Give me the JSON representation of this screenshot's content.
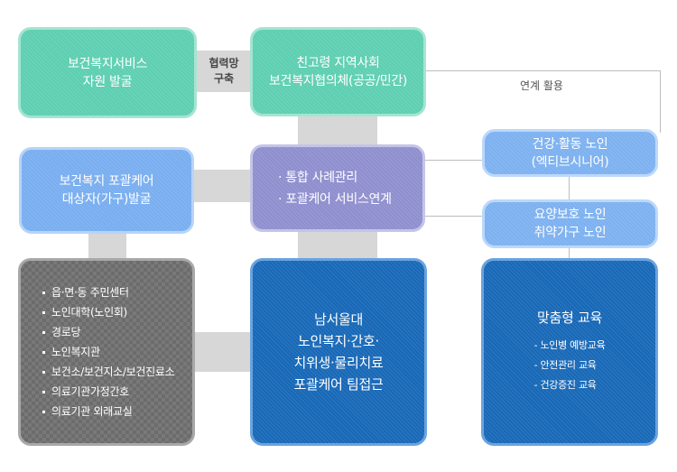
{
  "colors": {
    "green": "#5ecfb1",
    "light_blue": "#79aef0",
    "purple": "#8f8fcf",
    "dark_gray": "#6c6c6c",
    "dark_blue": "#1768b7",
    "connector": "#d7d7d7"
  },
  "boxes": {
    "top_left": {
      "line1": "보건복지서비스",
      "line2": "자원 발굴"
    },
    "top_center": {
      "line1": "친고령 지역사회",
      "line2": "보건복지협의체(공공/민간)"
    },
    "mid_left": {
      "line1": "보건복지 포괄케어",
      "line2": "대상자(가구)발굴"
    },
    "mid_center": {
      "items": [
        "통합 사례관리",
        "포괄케어 서비스연계"
      ]
    },
    "right_top": {
      "line1": "건강·활동 노인",
      "line2": "(엑티브시니어)"
    },
    "right_mid": {
      "line1": "요양보호 노인",
      "line2": "취약가구 노인"
    },
    "bottom_left": {
      "items": [
        "읍·면·동 주민센터",
        "노인대학(노인회)",
        "경로당",
        "노인복지관",
        "보건소/보건지소/보건진료소",
        "의료기관가정간호",
        "의료기관 외래교실"
      ]
    },
    "bottom_center": {
      "lines": [
        "남서울대",
        "노인복지·간호·",
        "치위생·물리치료",
        "포괄케어 팀접근"
      ]
    },
    "bottom_right": {
      "title": "맞춤형 교육",
      "items": [
        "노인병 예방교육",
        "안전관리 교육",
        "건강증진 교육"
      ]
    }
  },
  "labels": {
    "network": {
      "line1": "협력망",
      "line2": "구축"
    },
    "linkage": "연계 활용"
  }
}
